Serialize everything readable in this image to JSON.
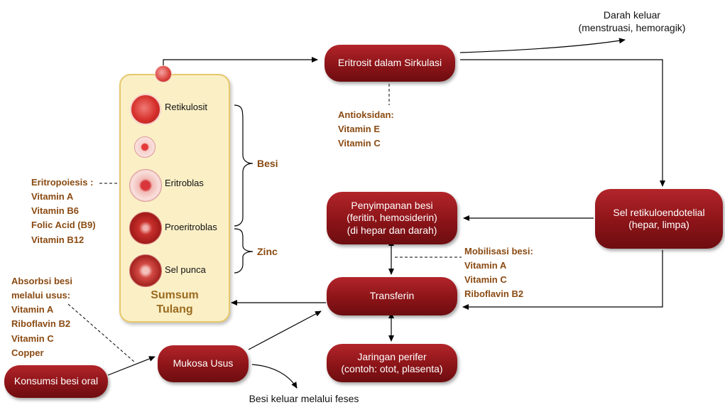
{
  "nodes": {
    "erythrocyte": "Eritrosit dalam Sirkulasi",
    "storage": [
      "Penyimpanan besi",
      "(feritin, hemosiderin)",
      "(di hepar dan darah)"
    ],
    "rse": [
      "Sel retikuloendotelial",
      "(hepar, limpa)"
    ],
    "transferrin": "Transferin",
    "peripheral": [
      "Jaringan perifer",
      "(contoh: otot, plasenta)"
    ],
    "mucosa": "Mukosa Usus",
    "oral": "Konsumsi besi oral"
  },
  "marrow": {
    "title": [
      "Sumsum",
      "Tulang"
    ],
    "cells": [
      "Retikulosit",
      "Eritroblas",
      "Proeritroblas",
      "Sel punca"
    ]
  },
  "braces": {
    "iron": "Besi",
    "zinc": "Zinc"
  },
  "outputs": {
    "blood_loss": [
      "Darah keluar",
      "(menstruasi, hemoragik)"
    ],
    "feces": "Besi keluar melalui feses"
  },
  "notes": {
    "antioxidant": {
      "title": "Antioksidan:",
      "items": [
        "Vitamin E",
        "Vitamin C"
      ]
    },
    "erythropoiesis": {
      "title": "Eritropoiesis :",
      "items": [
        "Vitamin A",
        "Vitamin B6",
        "Folic Acid (B9)",
        "Vitamin B12"
      ]
    },
    "absorption": {
      "title": [
        "Absorbsi besi",
        "melalui usus:"
      ],
      "items": [
        "Vitamin A",
        "Riboflavin B2",
        "Vitamin C",
        "Copper"
      ]
    },
    "mobilization": {
      "title": "Mobilisasi besi:",
      "items": [
        "Vitamin A",
        "Vitamin C",
        "Riboflavin B2"
      ]
    }
  }
}
